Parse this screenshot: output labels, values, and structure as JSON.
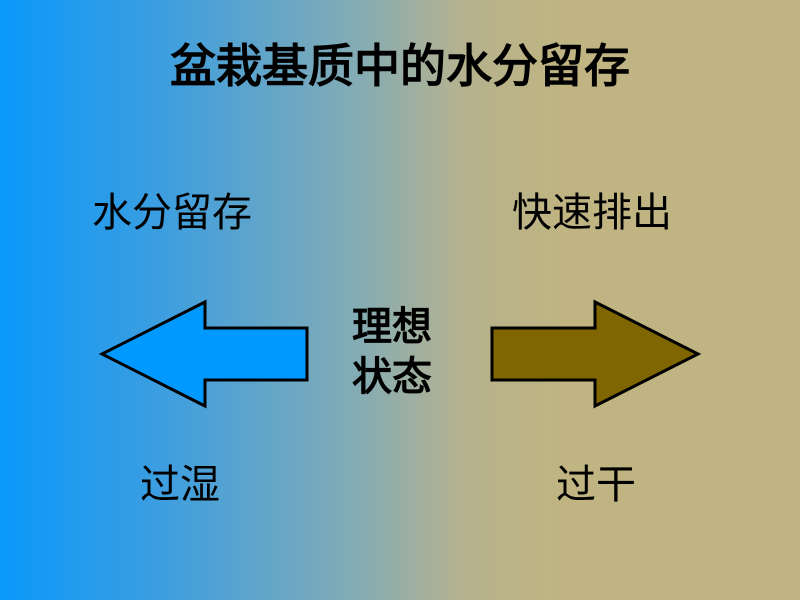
{
  "title": "盆栽基质中的水分留存",
  "left_top": "水分留存",
  "right_top": "快速排出",
  "center_line1": "理想",
  "center_line2": "状态",
  "left_bottom": "过湿",
  "right_bottom": "过干",
  "colors": {
    "left_arrow": "#0099ff",
    "right_arrow": "#7f6600"
  }
}
